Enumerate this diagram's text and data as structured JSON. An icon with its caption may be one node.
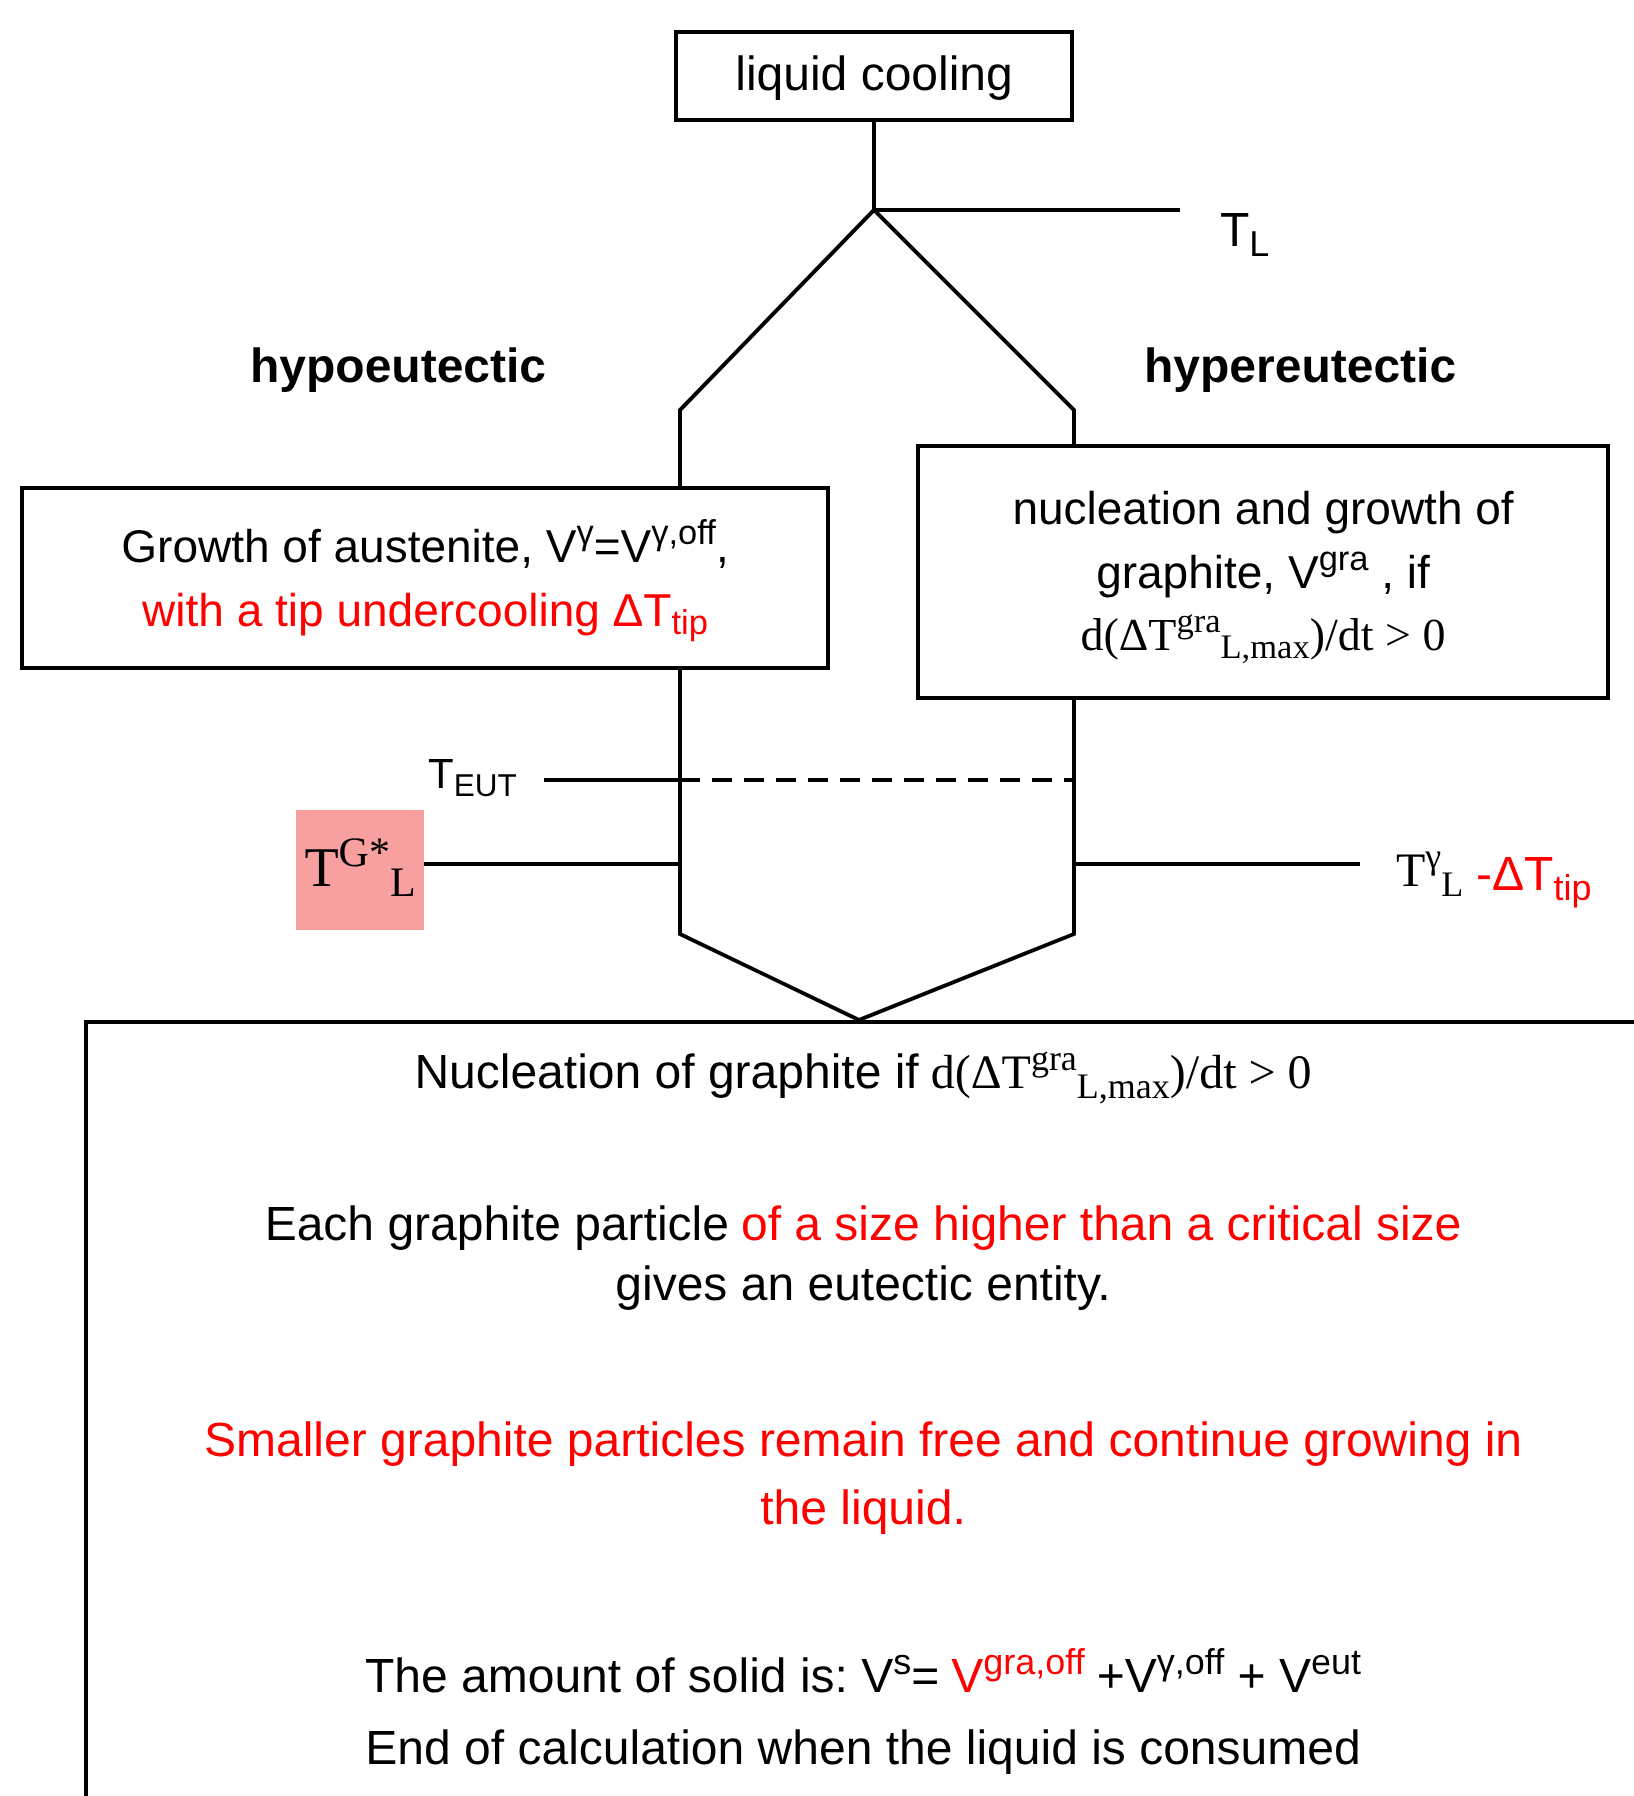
{
  "diagram": {
    "nodes": [
      {
        "text": [
          "liquid cooling"
        ]
      },
      {
        "text": [
          "Growth of austenite, V$^{γ}$=V$^{γ,off}$,",
          "with a tip undercooling ΔT$_{tip}$"
        ]
      },
      {
        "text": [
          "nucleation and growth of graphite, V$^{gra}$ , if",
          "d(ΔT$^{gra}$$_{L,max}$)/dt > 0"
        ]
      },
      {
        "text": [
          "Nucleation of graphite if",
          "d(ΔT$^{gra}$$_{L,max}$)/dt > 0",
          "Each graphite particle",
          "of a size higher than a critical size",
          "gives an eutectic entity.",
          "Smaller graphite particles remain free and continue growing in the liquid.",
          "The amount of solid is: V$^{s}$=",
          "V$^{gra,off}$",
          "+V$^{γ,off}$ + V$^{eut}$",
          "End of calculation when the liquid is consumed"
        ]
      },
      {
        "text": [
          "T$^{G*}$$_{L}$"
        ]
      }
    ],
    "edges": [
      {
        "from": 0,
        "to": 1,
        "arrow": "none"
      },
      {
        "from": 0,
        "to": 2,
        "arrow": "none"
      },
      {
        "from": 1,
        "to": 3,
        "arrow": "none"
      },
      {
        "from": 2,
        "to": 3,
        "arrow": "none"
      },
      {
        "from": 4,
        "to": null,
        "arrow": "none"
      }
    ],
    "labels": [
      "T$_{L}$",
      "hypoeutectic",
      "hypereutectic",
      "T$_{EUT}$",
      "T$^{γ}$$_{L}$",
      "-ΔT$_{tip}$"
    ]
  }
}
